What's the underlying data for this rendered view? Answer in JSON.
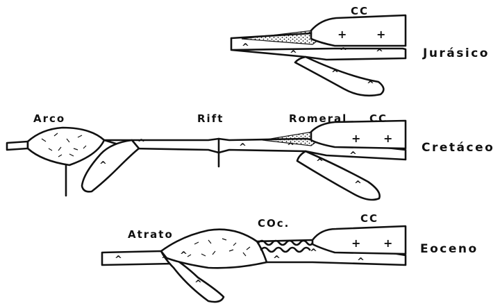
{
  "sections": {
    "jurasico": {
      "era": "Jurásico",
      "labels": {
        "cc": "CC"
      }
    },
    "cretaceo": {
      "era": "Cretáceo",
      "labels": {
        "arco": "Arco",
        "rift": "Rift",
        "romeral": "Romeral",
        "cc": "CC"
      }
    },
    "eoceno": {
      "era": "Eoceno",
      "labels": {
        "atrato": "Atrato",
        "coc": "COc.",
        "cc": "CC"
      }
    }
  },
  "symbols": {
    "oceanic": "^",
    "continental": "+"
  },
  "colors": {
    "ink": "#111111",
    "paper": "#ffffff"
  }
}
